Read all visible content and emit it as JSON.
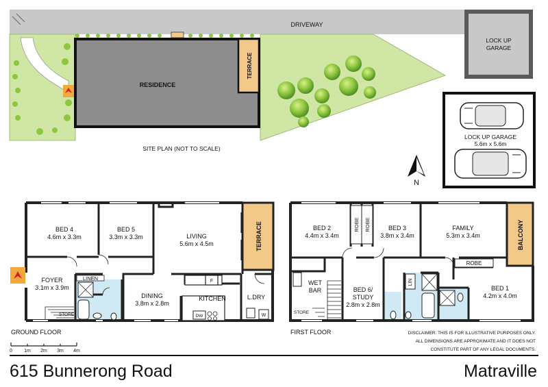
{
  "site_plan": {
    "driveway": "DRIVEWAY",
    "lock_up_garage": [
      "LOCK UP",
      "GARAGE"
    ],
    "residence": "RESIDENCE",
    "terrace": "TERRACE",
    "caption": "SITE PLAN (NOT TO SCALE)"
  },
  "garage_plan": {
    "title": "LOCK UP GARAGE",
    "size": "5.6m x 5.6m"
  },
  "compass": {
    "label": "N"
  },
  "ground_floor": {
    "label": "GROUND FLOOR",
    "bed4": {
      "name": "BED 4",
      "size": "4.6m x 3.3m"
    },
    "bed5": {
      "name": "BED 5",
      "size": "3.3m x 3.3m"
    },
    "living": {
      "name": "LIVING",
      "size": "5.6m x 4.5m"
    },
    "terrace": "TERRACE",
    "foyer": {
      "name": "FOYER",
      "size": "3.1m x 3.9m"
    },
    "linen": "LINEN",
    "dining": {
      "name": "DINING",
      "size": "3.8m x 2.8m"
    },
    "kitchen": "KITCHEN",
    "fridge": "F",
    "dishwasher": "DW",
    "laundry": "L.DRY",
    "washer": "W",
    "store": "STORE"
  },
  "first_floor": {
    "label": "FIRST FLOOR",
    "bed2": {
      "name": "BED 2",
      "size": "4.4m x 3.4m"
    },
    "robe_a": "ROBE",
    "robe_b": "ROBE",
    "bed3": {
      "name": "BED 3",
      "size": "3.8m x 3.4m"
    },
    "family": {
      "name": "FAMILY",
      "size": "5.3m x 3.4m"
    },
    "balcony": "BALCONY",
    "robe_c": "ROBE",
    "wet_bar": [
      "WET",
      "BAR"
    ],
    "bed6": {
      "name": [
        "BED 6/",
        "STUDY"
      ],
      "size": "2.8m x 2.8m"
    },
    "linen": "LIN",
    "bed1": {
      "name": "BED 1",
      "size": "4.2m x 4.0m"
    },
    "store": "STORE"
  },
  "scale_bar": {
    "ticks": [
      "0",
      "1m",
      "2m",
      "3m",
      "4m"
    ]
  },
  "disclaimer": [
    "DISCLAIMER: THIS IS FOR ILLUSTRATIVE PURPOSES ONLY.",
    "ALL DIMENSIONS ARE APPROXIMATE AND IT DOES NOT",
    "CONSTITUTE PART OF ANY LEGAL DOCUMENTS."
  ],
  "footer": {
    "address": "615 Bunnerong Road",
    "suburb": "Matraville"
  },
  "colors": {
    "driveway": "#c8c8c8",
    "garage": "#5a5a5a",
    "residence": "#8e8e8e",
    "lawn": "#cfe6a4",
    "terrace": "#f3c98a",
    "bathroom": "#cfe9f5",
    "entry_marker": "#f2a93b",
    "wall": "#222222"
  }
}
